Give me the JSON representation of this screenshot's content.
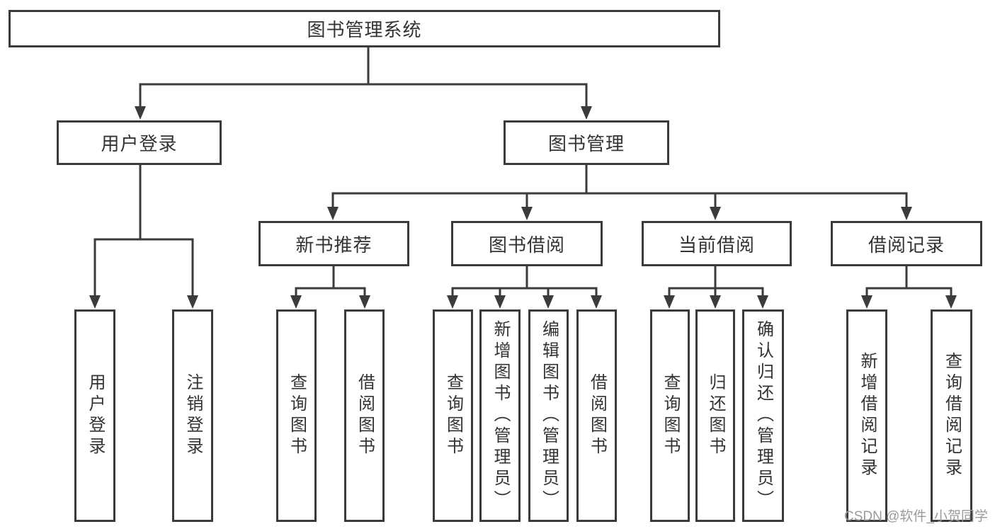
{
  "diagram": {
    "watermark": "CSDN @软件_小贺同学",
    "colors": {
      "line": "#3b3b3b",
      "text": "#333333",
      "watermark": "#9a9a9a",
      "background": "#ffffff"
    },
    "nodes": {
      "root": "图书管理系统",
      "user_login": "用户登录",
      "book_mgmt": "图书管理",
      "new_book_rec": "新书推荐",
      "book_borrow": "图书借阅",
      "current_borrow": "当前借阅",
      "borrow_record": "借阅记录",
      "leaf_user_login": "用户登录",
      "leaf_logout": "注销登录",
      "leaf_query_book_rec": "查询图书",
      "leaf_borrow_book_rec": "借阅图书",
      "leaf_query_book_borrow": "查询图书",
      "leaf_add_book_admin": "新增图书（管理员）",
      "leaf_edit_book_admin": "编辑图书（管理员）",
      "leaf_borrow_book_borrow": "借阅图书",
      "leaf_query_book_current": "查询图书",
      "leaf_return_book": "归还图书",
      "leaf_confirm_return_admin": "确认归还（管理员）",
      "leaf_add_borrow_record": "新增借阅记录",
      "leaf_query_borrow_record": "查询借阅记录"
    }
  }
}
